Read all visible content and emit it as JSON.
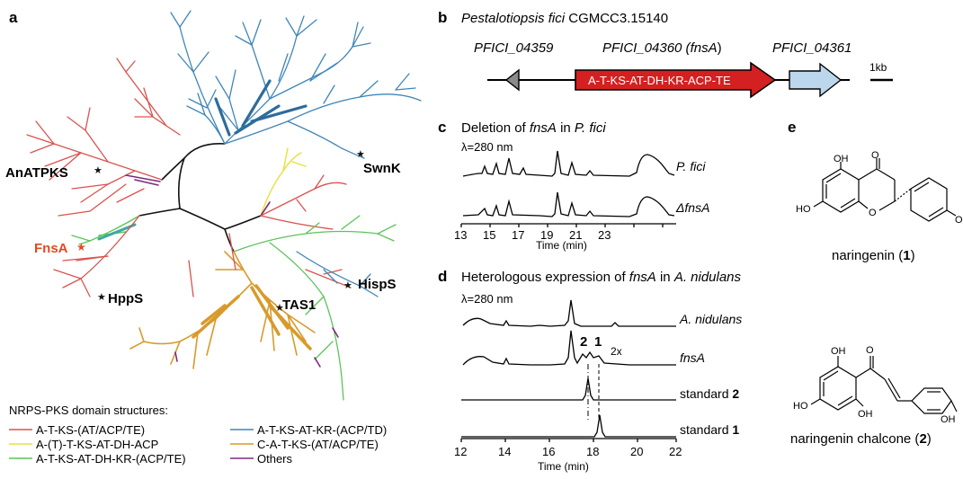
{
  "panels": {
    "a": "a",
    "b": "b",
    "c": "c",
    "d": "d",
    "e": "e"
  },
  "tree": {
    "labels": {
      "swnk": "SwnK",
      "anatpks": "AnATPKS",
      "fnsa": "FnsA",
      "hpps": "HppS",
      "tas1": "TAS1",
      "hisps": "HispS"
    },
    "legend_title": "NRPS-PKS domain structures:",
    "legend": [
      {
        "label": "A-T-KS-(AT/ACP/TE)",
        "color": "#d9534f"
      },
      {
        "label": "A-(T)-T-KS-AT-DH-ACP",
        "color": "#e8e03a"
      },
      {
        "label": "A-T-KS-AT-DH-KR-(ACP/TE)",
        "color": "#5cc45a"
      },
      {
        "label": "A-T-KS-AT-KR-(ACP/TD)",
        "color": "#3f86b8"
      },
      {
        "label": "C-A-T-KS-(AT/ACP/TE)",
        "color": "#d89a2b"
      },
      {
        "label": "Others",
        "color": "#7b2b7d"
      }
    ]
  },
  "gene_cluster": {
    "organism": "Pestalotiopsis fici",
    "strain": "CGMCC3.15140",
    "left_gene": "PFICI_04359",
    "center_gene": "PFICI_04360 (",
    "center_gene_italic": "fnsA",
    "center_gene_close": ")",
    "right_gene": "PFICI_04361",
    "domains": "A-T-KS-AT-DH-KR-ACP-TE",
    "scale": "1kb"
  },
  "panel_c": {
    "title_pre": "Deletion of ",
    "title_gene": "fnsA",
    "title_mid": " in ",
    "title_org": "P. fici",
    "wavelength": "λ=280 nm",
    "traces": [
      "P. fici",
      "ΔfnsA"
    ],
    "xticks": [
      "13",
      "15",
      "17",
      "19",
      "21",
      "23"
    ],
    "xlabel": "Time (min)"
  },
  "panel_d": {
    "title_pre": "Heterologous expression of ",
    "title_gene": "fnsA",
    "title_mid": " in ",
    "title_org": "A. nidulans",
    "wavelength": "λ=280 nm",
    "traces": [
      "A. nidulans",
      "fnsA",
      "standard ",
      "standard "
    ],
    "std_numbers": [
      "2",
      "1"
    ],
    "peak_labels": [
      "2",
      "1"
    ],
    "zoom": "2x",
    "xticks": [
      "12",
      "14",
      "16",
      "18",
      "20",
      "22"
    ],
    "xlabel": "Time (min)"
  },
  "panel_e": {
    "compound1": "naringenin (",
    "compound1_num": "1",
    "compound1_close": ")",
    "compound2": "naringenin chalcone (",
    "compound2_num": "2",
    "compound2_close": ")",
    "atom_O": "O",
    "atom_OH": "OH",
    "atom_HO": "HO"
  }
}
